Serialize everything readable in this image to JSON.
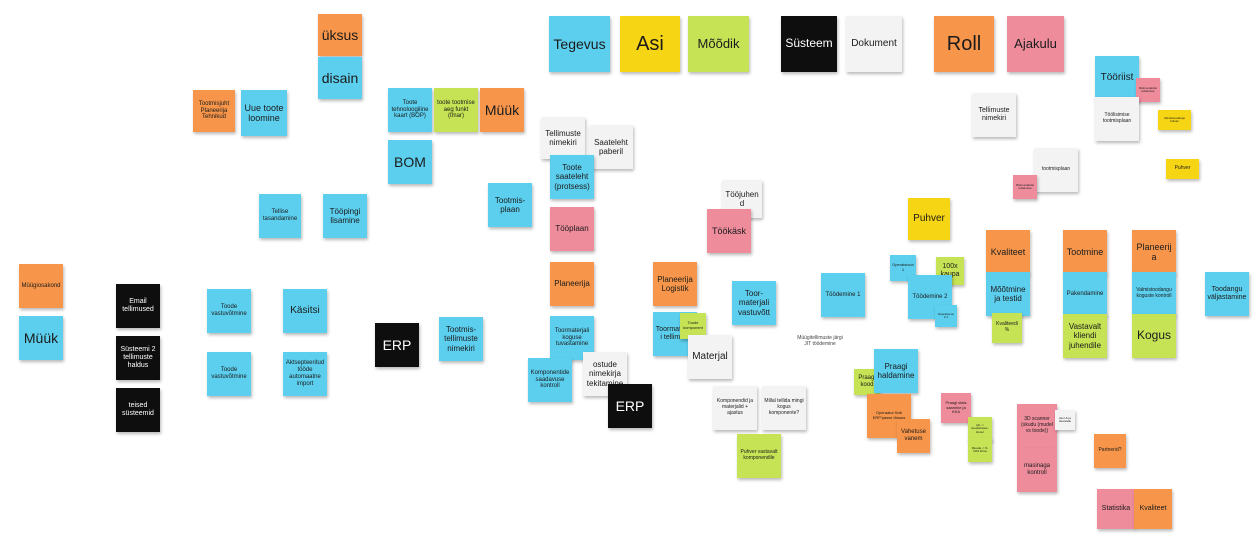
{
  "colors": {
    "blue": "#5ccfee",
    "orange": "#f7964a",
    "yellow": "#f6d515",
    "green": "#c6e355",
    "pink": "#ee8c9c",
    "black": "#0e0e0e",
    "white": "#f3f3f3"
  },
  "legend": {
    "tegevus": "Tegevus",
    "asi": "Asi",
    "moodik": "Mõõdik",
    "susteem": "Süsteem",
    "dokument": "Dokument",
    "roll": "Roll",
    "ajakulu": "Ajakulu"
  },
  "notes": {
    "uksus": "üksus",
    "disain": "disain",
    "tootmisjuht": "Tootmisjuht Planeerija Tehnikud",
    "uue_toote": "Uue toote loomine",
    "toote_tehnoloogiline": "Toote tehnoloogiline kaart (BOP)",
    "toote_tootmise_aeg": "toote tootmise aeg funkt (tmar)",
    "muuk_top": "Müük",
    "bom": "BOM",
    "tellimuste_nimekiri_top": "Tellimuste nimekiri",
    "saateleht_paberil": "Saateleht paberil",
    "toote_saateleht": "Toote saateleht (protsess)",
    "tooplaan": "Tööplaan",
    "tootmisplaan_mid": "Tootmis-plaan",
    "tellise_tasandamine": "Tellise tasandamine",
    "toopingi_lisamine": "Tööpingi lisamine",
    "toojuhend": "Tööjuhend",
    "tookask": "Töökäsk",
    "muugiosakond": "Müügiosakond",
    "muuk_left": "Müük",
    "email_tellimused": "Email tellimused",
    "susteemi2": "Süsteemi 2 tellimuste haldus",
    "teised_susteemid": "teised süsteemid",
    "toode_vastuvotmine1": "Toode vastuvõtmine",
    "toode_vastuvotmine2": "Toode vastuvõtmine",
    "kasitsi": "Käsitsi",
    "automaatne_import": "Aktsepteeritud tööde automaatne import",
    "erp_mid": "ERP",
    "tootmistellimuste_nimekiri": "Tootmis-tellimuste nimekiri",
    "planeerija_mid": "Planeerija",
    "toormaterjali_koguse": "Toormaterjali koguse tuvastamine",
    "komponentide_saadavuse": "Komponentide saadavuse kontroll",
    "ostude_nimekirja": "ostude nimekirja tekitamine",
    "erp_bottom": "ERP",
    "planeerija_logistik": "Planeerija Logistik",
    "toormaterjali_tellimine": "Toormaterjali tellimine",
    "toode_komponent": "Toode komponent",
    "materjal": "Materjal",
    "toormaterjali_vastuvott": "Toor-materjali vastuvõtt",
    "muugitellimuste_jargi": "Müügitellimuste järgi JIT töödemine",
    "komponendid_ajastus": "Komponendid ja materjalid + ajastus",
    "millal_tellida": "Millal tellida mingi kogus komponente?",
    "puhver_vastavalt": "Puhver vastavalt komponendile",
    "toodemine1": "Töödemine 1",
    "operatsioon": "Operatsioon 1",
    "sada_x_kaupa": "100x kaupa",
    "toodemine2": "Töödemine 2",
    "operatsioon2": "Operatsioon 2.1",
    "puhver_mid": "Puhver",
    "praagi_kood": "Praagi kood",
    "praagi_haldamine": "Praagi haldamine",
    "operaator_sisestab": "Operaator fixib ERP'passe tõpsus",
    "vahetuse_vanem": "Vahetuse vanem",
    "praagi_stats": "Praagi stats saamine ja KKA",
    "tph_muudatuse": "tph -> muudatused - Excel",
    "muuda_kiirus": "Muuda -> 5-10% kiirus",
    "kvaliteet_col": "Kvaliteet",
    "moomine": "Mõõtmine ja testid",
    "kvaliteedi_pct": "Kvaliteedi %",
    "tootmine_col": "Tootmine",
    "pakendamine": "Pakendamine",
    "vastavalt_kliendi": "Vastavalt kliendi juhendile",
    "planeerija_col": "Planeerija",
    "valmistoodangu": "Valmistoodangu koguste kontroll",
    "kogus": "Kogus",
    "toodangu_valjastamine": "Toodangu väljastamine",
    "tooriist": "Tööriist",
    "riski_analyys_top": "Riski analüüs tehtamine",
    "tellimuste_nimekiri_right": "Tellimuste nimekiri",
    "toolisimise_tootmisplaan": "Töölisimise tootmisplaan",
    "valmistoodangu_hulvan": "Valmistoodangu hulvan",
    "puhver_right": "Puhver",
    "tootmisplaan_right": "tootmisplaan",
    "riski_analyys_mid": "Riski analüüs tehtamine",
    "scanner_3d": "3D scanner (skudu (mudel vs toode))",
    "skoor": "skor & ja ülevaade",
    "masinaga_kontroll": "masinaga kontroll",
    "partnerid": "Partnerid?",
    "statistika": "Statistika",
    "kvaliteet_bottom": "Kvaliteet"
  }
}
